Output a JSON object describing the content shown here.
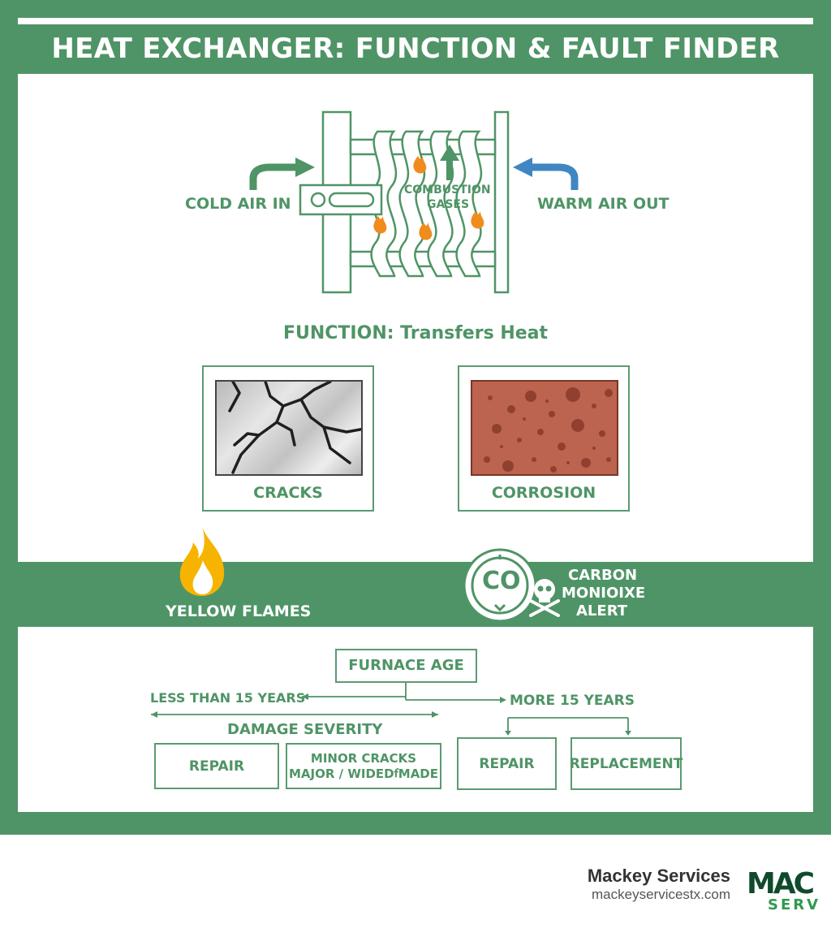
{
  "title": "HEAT EXCHANGER: FUNCTION & FAULT FINDER",
  "diagram": {
    "cold_air_label": "COLD AIR IN",
    "warm_air_label": "WARM AIR OUT",
    "gases_label_line1": "COMBUSTION",
    "gases_label_line2": "GASES",
    "function_label": "FUNCTION: Transfers Heat"
  },
  "faults": {
    "cracks_label": "CRACKS",
    "corrosion_label": "CORROSION",
    "yellow_flames_label": "YELLOW FLAMES",
    "co_badge": "CO",
    "co_alert_line1": "CARBON",
    "co_alert_line2": "MONIOIXE",
    "co_alert_line3": "ALERT"
  },
  "flowchart": {
    "furnace_age": "FURNACE AGE",
    "less_than": "LESS THAN 15 YEARS",
    "more_than": "MORE 15 YEARS",
    "damage_severity": "DAMAGE SEVERITY",
    "repair_left": "REPAIR",
    "minor_cracks": "MINOR CRACKS",
    "major_wide": "MAJOR / WIDEDꬵMADE",
    "repair_right": "REPAIR",
    "replacement": "REPLACEMENT"
  },
  "footer": {
    "company": "Mackey Services",
    "url": "mackeyservicestx.com",
    "logo_top": "MAC",
    "logo_bottom": "SERV"
  },
  "colors": {
    "brand_green": "#4f9466",
    "warm_blue": "#3f86c2",
    "flame_orange": "#f08c1e",
    "corrosion": "#b9604a"
  }
}
